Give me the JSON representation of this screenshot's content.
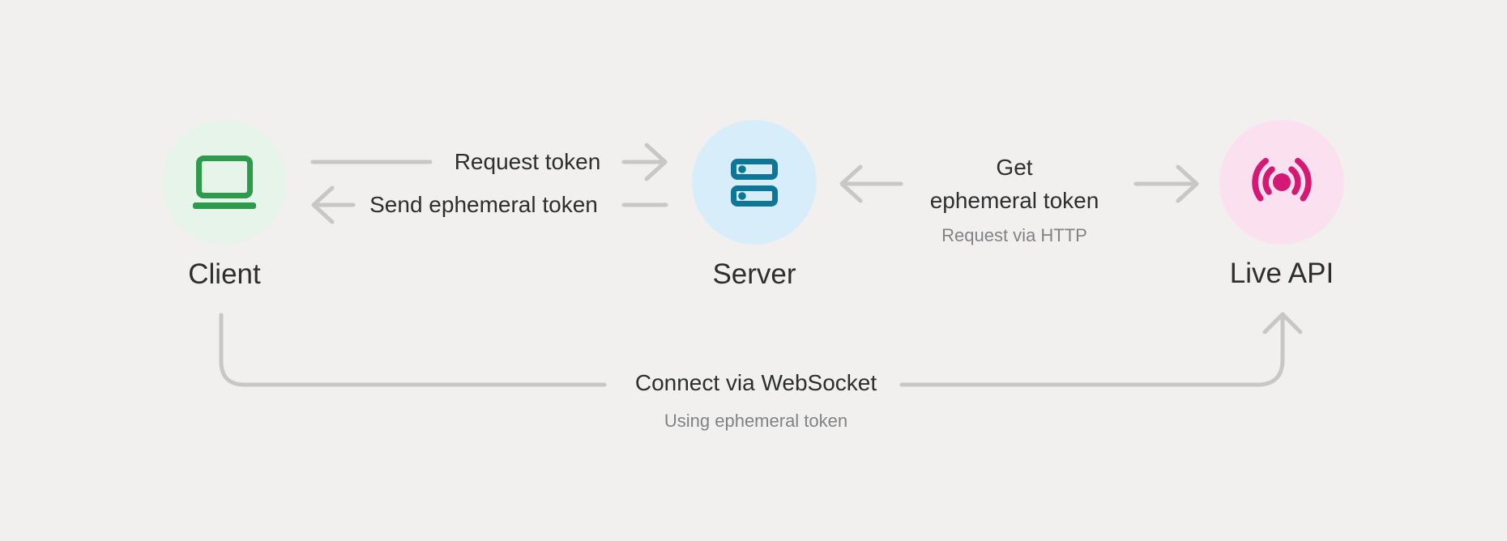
{
  "nodes": {
    "client": {
      "label": "Client",
      "icon": "laptop-icon"
    },
    "server": {
      "label": "Server",
      "icon": "server-icon"
    },
    "live_api": {
      "label": "Live API",
      "icon": "broadcast-icon"
    }
  },
  "edges": {
    "request_token": {
      "label": "Request token"
    },
    "send_ephemeral_token": {
      "label": "Send ephemeral token"
    },
    "get_ephemeral_token": {
      "label_lines": [
        "Get",
        "ephemeral token"
      ],
      "sublabel": "Request via HTTP"
    },
    "connect_websocket": {
      "label": "Connect via WebSocket",
      "sublabel": "Using ephemeral token"
    }
  },
  "colors": {
    "background": "#f2f0ee",
    "line": "#c8c7c5",
    "text_primary": "#2c2e30",
    "text_secondary": "#7f8387",
    "client_accent": "#2e9a4b",
    "client_fill": "#e7f4ea",
    "server_accent": "#0e7697",
    "server_fill": "#d8edfa",
    "live_api_accent": "#d31973",
    "live_api_fill": "#fbe0ef"
  }
}
